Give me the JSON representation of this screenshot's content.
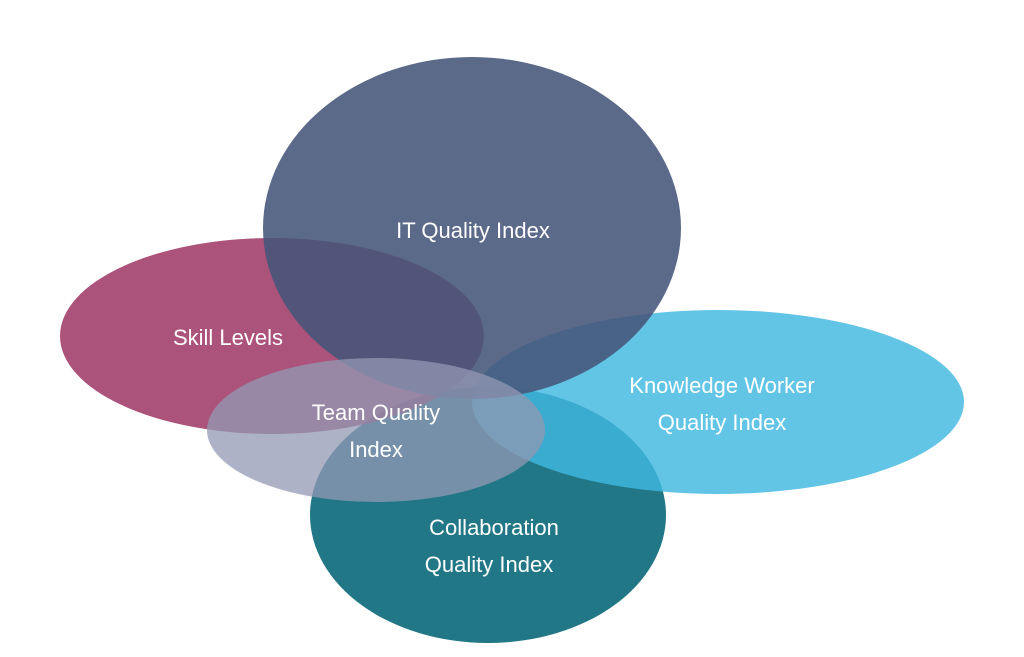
{
  "diagram": {
    "ellipses": {
      "it_quality": {
        "label": "IT Quality Index",
        "color": "#45557A"
      },
      "skill_levels": {
        "label": "Skill Levels",
        "color": "#9E3564"
      },
      "knowledge_worker": {
        "label_line1": "Knowledge Worker",
        "label_line2": "Quality Index",
        "color": "#3FB8E0"
      },
      "collaboration": {
        "label_line1": "Collaboration",
        "label_line2": "Quality Index",
        "color": "#1B7382"
      },
      "team_quality": {
        "label_line1": "Team Quality",
        "label_line2": "Index",
        "color": "#9198B3"
      }
    }
  }
}
